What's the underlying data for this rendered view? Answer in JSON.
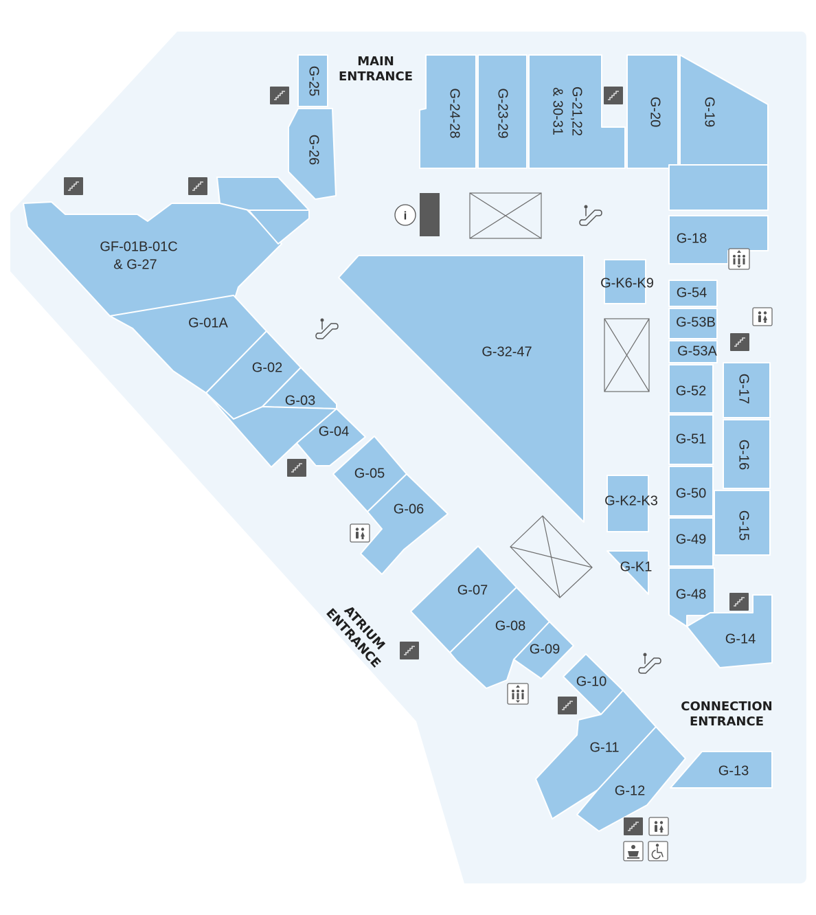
{
  "entrances": {
    "main": [
      "MAIN",
      "ENTRANCE"
    ],
    "atrium": [
      "ATRIUM",
      "ENTRANCE"
    ],
    "connection": [
      "CONNECTION",
      "ENTRANCE"
    ]
  },
  "units": [
    {
      "id": "G-25"
    },
    {
      "id": "G-26"
    },
    {
      "id": "G-24-28"
    },
    {
      "id": "G-23-29"
    },
    {
      "id": "G-21,22 & 30-31"
    },
    {
      "id": "G-20"
    },
    {
      "id": "G-19"
    },
    {
      "id": "G-18"
    },
    {
      "id": "GF-01B-01C & G-27"
    },
    {
      "id": "G-01A"
    },
    {
      "id": "G-02"
    },
    {
      "id": "G-03"
    },
    {
      "id": "G-04"
    },
    {
      "id": "G-05"
    },
    {
      "id": "G-06"
    },
    {
      "id": "G-32-47"
    },
    {
      "id": "G-K6-K9"
    },
    {
      "id": "G-K2-K3"
    },
    {
      "id": "G-K1"
    },
    {
      "id": "G-54"
    },
    {
      "id": "G-53B"
    },
    {
      "id": "G-53A"
    },
    {
      "id": "G-52"
    },
    {
      "id": "G-51"
    },
    {
      "id": "G-50"
    },
    {
      "id": "G-49"
    },
    {
      "id": "G-48"
    },
    {
      "id": "G-17"
    },
    {
      "id": "G-16"
    },
    {
      "id": "G-15"
    },
    {
      "id": "G-14"
    },
    {
      "id": "G-07"
    },
    {
      "id": "G-08"
    },
    {
      "id": "G-09"
    },
    {
      "id": "G-10"
    },
    {
      "id": "G-11"
    },
    {
      "id": "G-12"
    },
    {
      "id": "G-13"
    }
  ],
  "labels": {
    "g25": "G-25",
    "g26": "G-26",
    "g2428": "G-24-28",
    "g2329": "G-23-29",
    "g2122": [
      "G-21,22",
      "& 30-31"
    ],
    "g20": "G-20",
    "g19": "G-19",
    "g18": "G-18",
    "gf01": [
      "GF-01B-01C",
      "& G-27"
    ],
    "g01a": "G-01A",
    "g02": "G-02",
    "g03": "G-03",
    "g04": "G-04",
    "g05": "G-05",
    "g06": "G-06",
    "g3247": "G-32-47",
    "gk6": "G-K6-K9",
    "gk2": "G-K2-K3",
    "gk1": "G-K1",
    "g54": "G-54",
    "g53b": "G-53B",
    "g53a": "G-53A",
    "g52": "G-52",
    "g51": "G-51",
    "g50": "G-50",
    "g49": "G-49",
    "g48": "G-48",
    "g17": "G-17",
    "g16": "G-16",
    "g15": "G-15",
    "g14": "G-14",
    "g07": "G-07",
    "g08": "G-08",
    "g09": "G-09",
    "g10": "G-10",
    "g11": "G-11",
    "g12": "G-12",
    "g13": "G-13"
  },
  "info_symbol": "i",
  "icons": [
    "staircase-icon",
    "escalator-icon",
    "lift-icon",
    "restroom-icon",
    "information-icon",
    "baby-room-icon",
    "accessible-icon"
  ],
  "colors": {
    "floor": "#eef5fb",
    "unit": "#9ac8ea",
    "stair_icon": "#5a5a5a"
  }
}
